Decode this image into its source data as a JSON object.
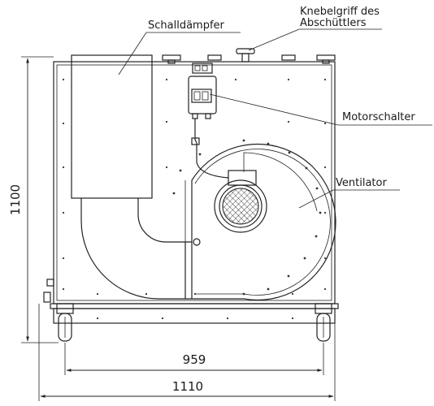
{
  "labels": {
    "silencer": "Schalldämpfer",
    "handle_line1": "Knebelgriff des",
    "handle_line2": "Abschüttlers",
    "motor_switch": "Motorschalter",
    "fan": "Ventilator"
  },
  "dimensions": {
    "height": "1100",
    "inner_width": "959",
    "outer_width": "1110"
  }
}
